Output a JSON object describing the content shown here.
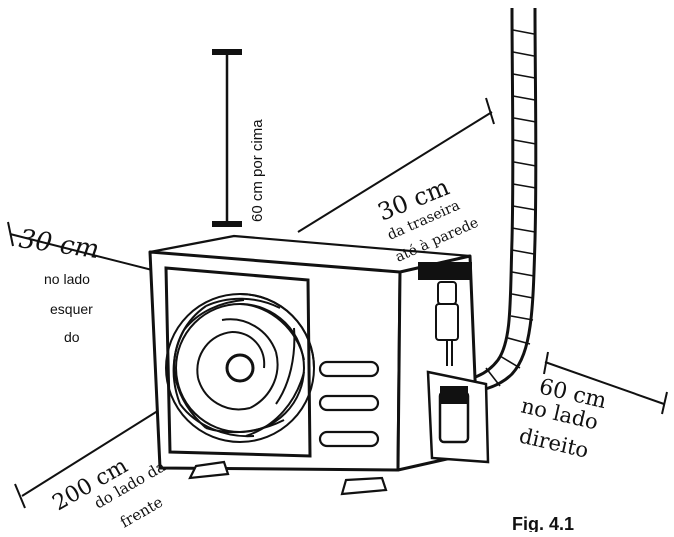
{
  "labels": {
    "top_clearance": "60 cm por cima",
    "left_value": "30 cm",
    "left_line1": "no lado",
    "left_line2": "esquer",
    "left_line3": "do",
    "rear_value": "30 cm",
    "rear_line1": "da traseira",
    "rear_line2": "até à parede",
    "right_value": "60 cm",
    "right_line1": "no lado",
    "right_line2": "direito",
    "front_value": "200 cm",
    "front_line1": "do lado da",
    "front_line2": "frente",
    "figure_caption": "Fig. 4.1"
  },
  "colors": {
    "line": "#111111",
    "background": "#ffffff"
  }
}
